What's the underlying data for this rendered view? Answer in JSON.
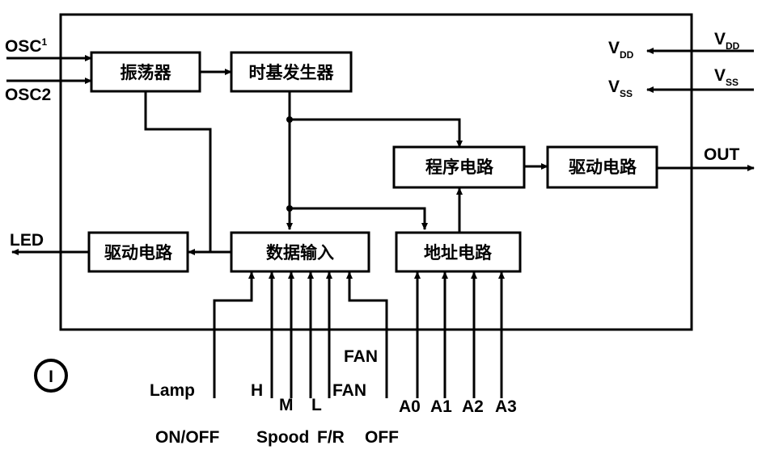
{
  "blocks": {
    "oscillator": "振荡器",
    "timebase": "时基发生器",
    "program": "程序电路",
    "driver_out": "驱动电路",
    "driver_led": "驱动电路",
    "data_input": "数据输入",
    "address": "地址电路"
  },
  "pins": {
    "osc1": "OSC",
    "osc1_sup": "1",
    "osc2": "OSC2",
    "led": "LED",
    "vdd_inner": "V",
    "vdd_inner_sub": "DD",
    "vdd_outer": "V",
    "vdd_outer_sub": "DD",
    "vss_inner": "V",
    "vss_inner_sub": "SS",
    "vss_outer": "V",
    "vss_outer_sub": "SS",
    "out": "OUT"
  },
  "inputs": {
    "lamp": "Lamp",
    "h": "H",
    "m": "M",
    "l": "L",
    "fan_fr": "FAN",
    "fan_off": "FAN",
    "a0": "A0",
    "a1": "A1",
    "a2": "A2",
    "a3": "A3"
  },
  "captions": {
    "on_off": "ON/OFF",
    "speed": "Spood",
    "fr": "F/R",
    "off": "OFF"
  },
  "figure_mark": "I"
}
